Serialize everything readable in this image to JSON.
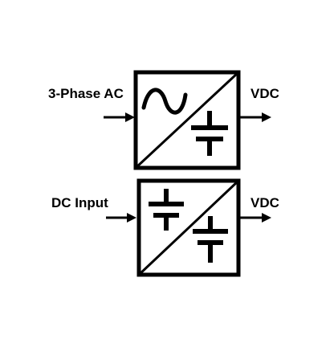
{
  "converters": [
    {
      "id": "ac-dc",
      "input_label": "3-Phase AC",
      "output_label": "VDC",
      "input_symbol": "sine-wave-icon",
      "output_symbol": "dc-battery-icon"
    },
    {
      "id": "dc-dc",
      "input_label": "DC Input",
      "output_label": "VDC",
      "input_symbol": "dc-battery-icon",
      "output_symbol": "dc-battery-icon"
    }
  ],
  "colors": {
    "stroke": "#000000",
    "background": "#ffffff"
  }
}
